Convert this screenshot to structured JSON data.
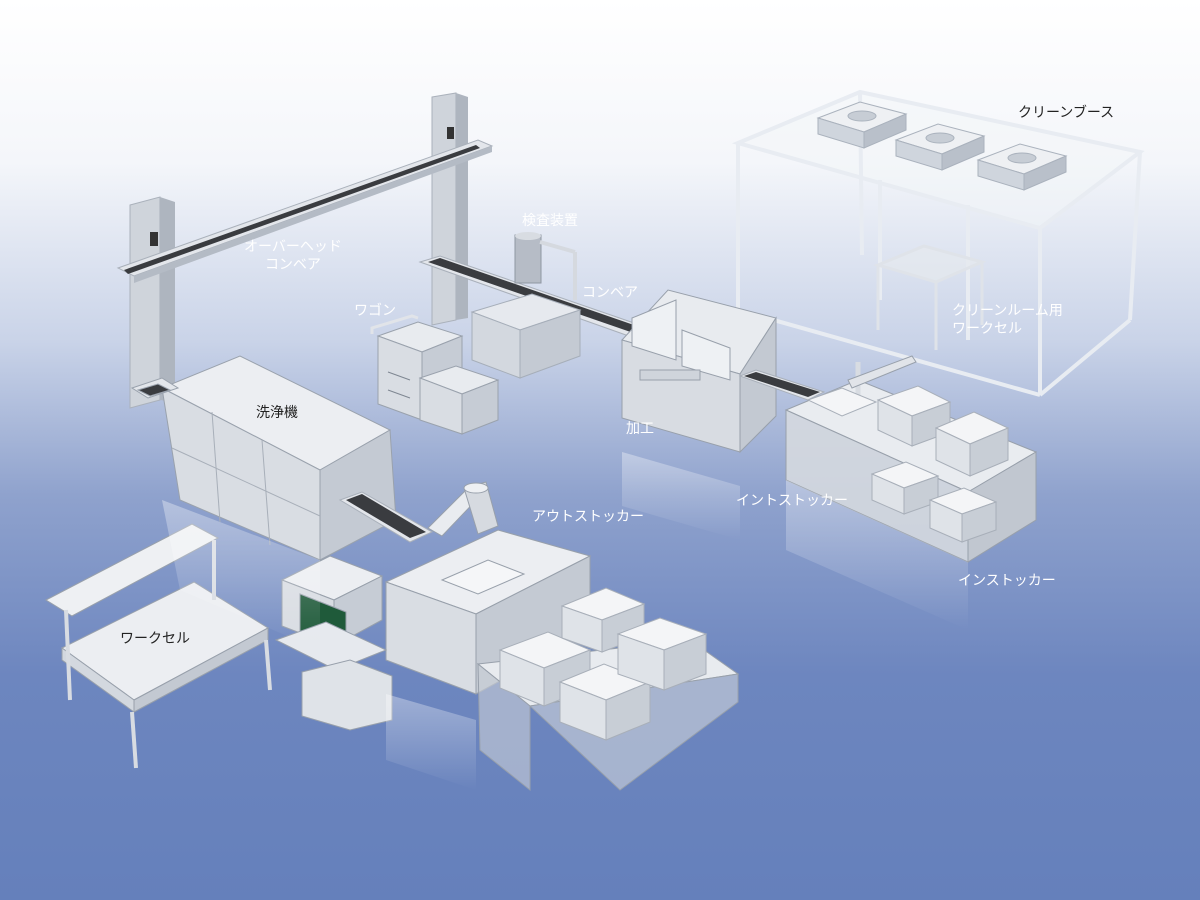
{
  "labels": {
    "overhead_conveyor_line1": "オーバーヘッド",
    "overhead_conveyor_line2": "コンベア",
    "inspection_device": "検査装置",
    "conveyor": "コンベア",
    "wagon": "ワゴン",
    "clean_booth": "クリーンブース",
    "cleanroom_workcell_line1": "クリーンルーム用",
    "cleanroom_workcell_line2": "ワークセル",
    "washer": "洗浄機",
    "processing": "加工",
    "in_stocker_a": "イントストッカー",
    "out_stocker": "アウトストッカー",
    "in_stocker_b": "インストッカー",
    "workcell": "ワークセル"
  },
  "colors": {
    "background_top": "#ffffff",
    "background_bottom": "#6580bb",
    "frame": "#dfe3e9",
    "frame_shade": "#b8bec8",
    "monitor_screen": "#1f5a3a",
    "belt": "#3a3c40"
  }
}
